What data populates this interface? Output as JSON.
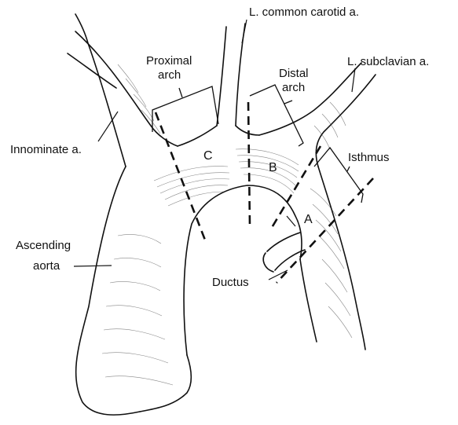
{
  "labels": {
    "l_common_carotid": "L. common carotid a.",
    "proximal_arch_line1": "Proximal",
    "proximal_arch_line2": "arch",
    "distal_arch_line1": "Distal",
    "distal_arch_line2": "arch",
    "l_subclavian": "L. subclavian a.",
    "innominate": "Innominate a.",
    "isthmus": "Isthmus",
    "ascending_line1": "Ascending",
    "ascending_line2": "aorta",
    "ductus": "Ductus"
  },
  "segments": {
    "a": "A",
    "b": "B",
    "c": "C"
  }
}
